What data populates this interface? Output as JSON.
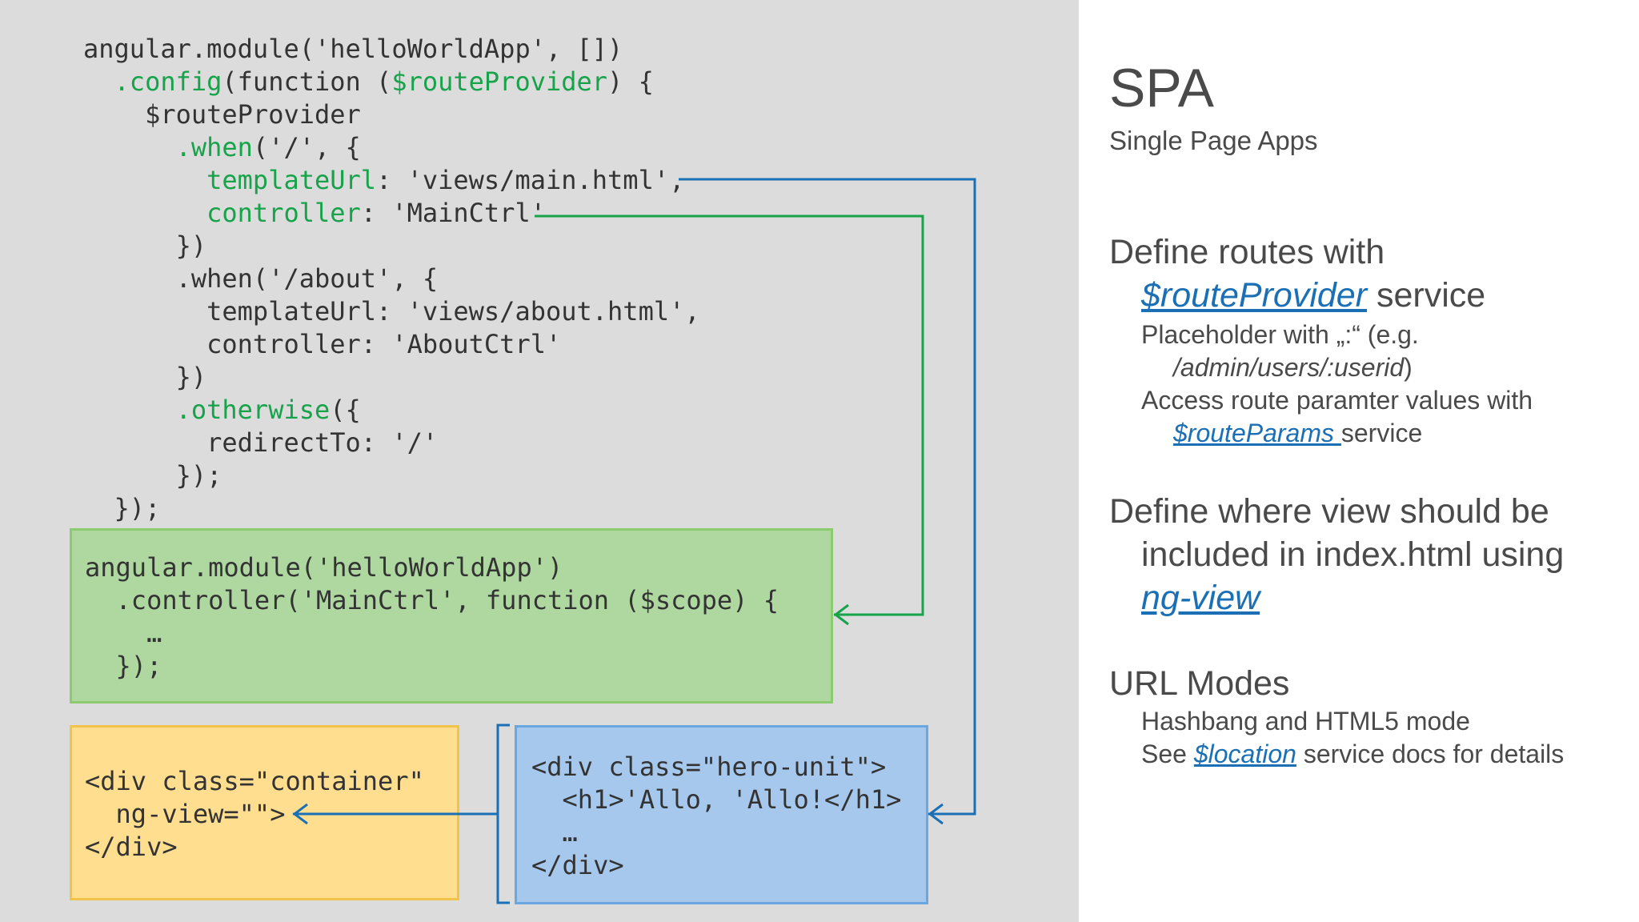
{
  "code_main": [
    {
      "t": "angular.module('helloWorldApp', [])"
    },
    {
      "a": "  ",
      "h": ".config",
      "b": "(function (",
      "h2": "$routeProvider",
      "c": ") {"
    },
    {
      "t": "    $routeProvider"
    },
    {
      "a": "      ",
      "h": ".when",
      "b": "('/', {"
    },
    {
      "a": "        ",
      "h": "templateUrl",
      "b": ": 'views/main.html',"
    },
    {
      "a": "        ",
      "h": "controller",
      "b": ": 'MainCtrl'"
    },
    {
      "t": "      })"
    },
    {
      "t": "      .when('/about', {"
    },
    {
      "t": "        templateUrl: 'views/about.html',"
    },
    {
      "t": "        controller: 'AboutCtrl'"
    },
    {
      "t": "      })"
    },
    {
      "a": "      ",
      "h": ".otherwise",
      "b": "({"
    },
    {
      "t": "        redirectTo: '/'"
    },
    {
      "t": "      });"
    },
    {
      "t": "  });"
    }
  ],
  "code_controller": [
    "angular.module('helloWorldApp')",
    "  .controller('MainCtrl', function ($scope) {",
    "    …",
    "  });"
  ],
  "code_index": [
    "<div class=\"container\"",
    "  ng-view=\"\">",
    "</div>"
  ],
  "code_view": [
    "<div class=\"hero-unit\">",
    "  <h1>'Allo, 'Allo!</h1>",
    "  …",
    "</div>"
  ],
  "colors": {
    "highlight": "#16a34a",
    "link": "#1a6fb5",
    "green_box": "#aed8a0",
    "yellow_box": "#ffde8f",
    "blue_box": "#a6c8ec",
    "connector_blue": "#1a6fb5",
    "connector_green": "#16a34a"
  },
  "slide": {
    "title": "SPA",
    "subtitle": "Single Page Apps",
    "routes": {
      "line1": "Define routes with",
      "route_provider_link": "$routeProvider",
      "service_word": " service",
      "placeholder_line1": "Placeholder with „:“ (e.g.",
      "placeholder_path": "/admin/users/:userid",
      "placeholder_close": ")",
      "access_line": "Access route paramter values with",
      "route_params_link": "$routeParams ",
      "service_word2": "service"
    },
    "view": {
      "line1": "Define where view should be",
      "line2": "included in index.html using",
      "ng_view_link": "ng-view"
    },
    "url_modes": {
      "heading": "URL Modes",
      "line1": "Hashbang and HTML5 mode",
      "see": "See ",
      "location_link": "$location",
      "details": " service docs for details"
    }
  }
}
